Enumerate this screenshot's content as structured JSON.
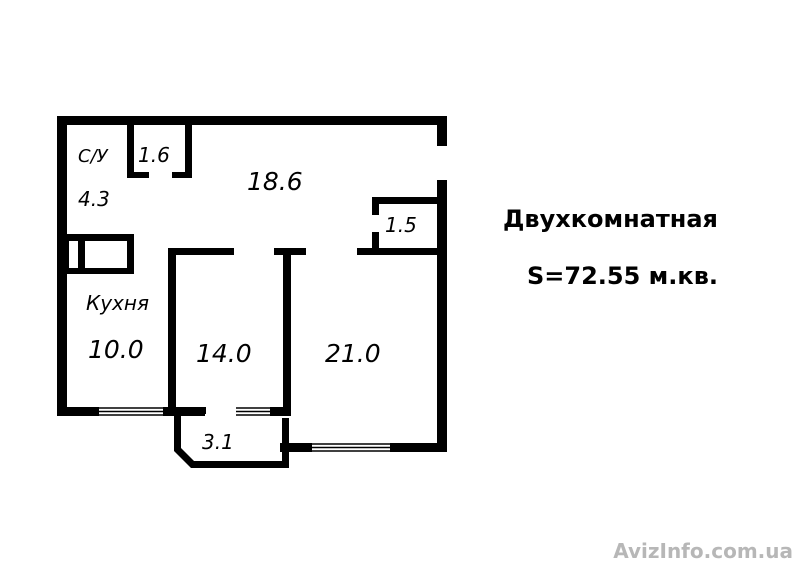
{
  "plan": {
    "rooms": [
      {
        "id": "bathroom",
        "name": "С/У",
        "area": "4.3"
      },
      {
        "id": "toilet",
        "area": "1.6"
      },
      {
        "id": "hall",
        "area": "18.6"
      },
      {
        "id": "closet",
        "area": "1.5"
      },
      {
        "id": "kitchen",
        "name": "Кухня",
        "area": "10.0"
      },
      {
        "id": "bedroom",
        "area": "14.0"
      },
      {
        "id": "living",
        "area": "21.0"
      },
      {
        "id": "balcony",
        "area": "3.1"
      }
    ]
  },
  "info": {
    "type": "Двухкомнатная",
    "total_area": "S=72.55 м.кв."
  },
  "watermark": "AvizInfo.com.ua",
  "colors": {
    "wall": "#000000",
    "background": "#ffffff",
    "watermark": "#b7b7b7"
  }
}
